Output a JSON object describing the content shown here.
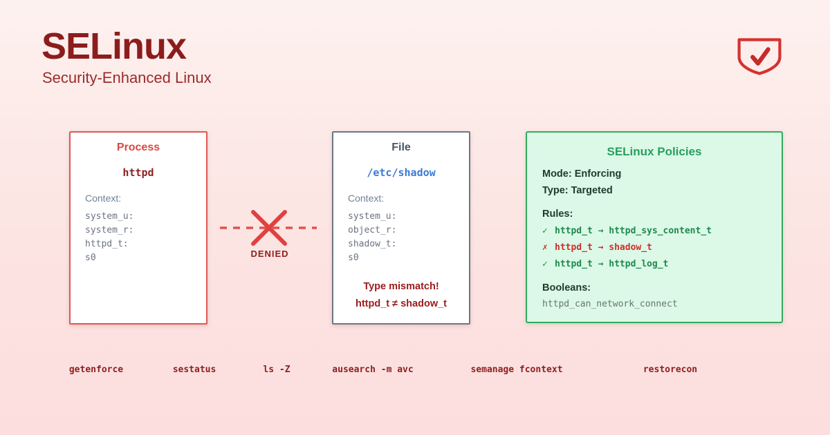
{
  "header": {
    "title": "SELinux",
    "subtitle": "Security-Enhanced Linux"
  },
  "process_box": {
    "title": "Process",
    "process_name": "httpd",
    "context_label": "Context:",
    "context_lines": [
      "system_u:",
      "system_r:",
      "httpd_t:",
      "s0"
    ]
  },
  "connector": {
    "label": "DENIED"
  },
  "file_box": {
    "title": "File",
    "file_path": "/etc/shadow",
    "context_label": "Context:",
    "context_lines": [
      "system_u:",
      "object_r:",
      "shadow_t:",
      "s0"
    ],
    "mismatch_title": "Type mismatch!",
    "mismatch_detail": "httpd_t ≠ shadow_t"
  },
  "policies_box": {
    "title": "SELinux Policies",
    "mode_line": "Mode: Enforcing",
    "type_line": "Type: Targeted",
    "rules_label": "Rules:",
    "rules": [
      {
        "mark": "✓",
        "text": "httpd_t → httpd_sys_content_t",
        "status": "allowed"
      },
      {
        "mark": "✗",
        "text": "httpd_t → shadow_t",
        "status": "denied"
      },
      {
        "mark": "✓",
        "text": "httpd_t → httpd_log_t",
        "status": "allowed"
      }
    ],
    "booleans_label": "Booleans:",
    "boolean_value": "httpd_can_network_connect"
  },
  "commands": [
    "getenforce",
    "sestatus",
    "ls -Z",
    "ausearch -m avc",
    "semanage fcontext",
    "restorecon"
  ],
  "colors": {
    "background_top": "#fdf1ef",
    "background_bottom": "#fcdede",
    "dark_red": "#8b1d1d",
    "accent_red": "#e05752",
    "bright_red_x": "#e0413e",
    "file_gray": "#4a5568",
    "path_blue": "#3b7ad6",
    "policy_green": "#27a05c",
    "policy_bg": "#dcf8e7",
    "policy_border": "#34a85e",
    "rule_allowed": "#1e8a4c",
    "rule_denied": "#cf2f2c",
    "context_gray": "#6b7280"
  }
}
